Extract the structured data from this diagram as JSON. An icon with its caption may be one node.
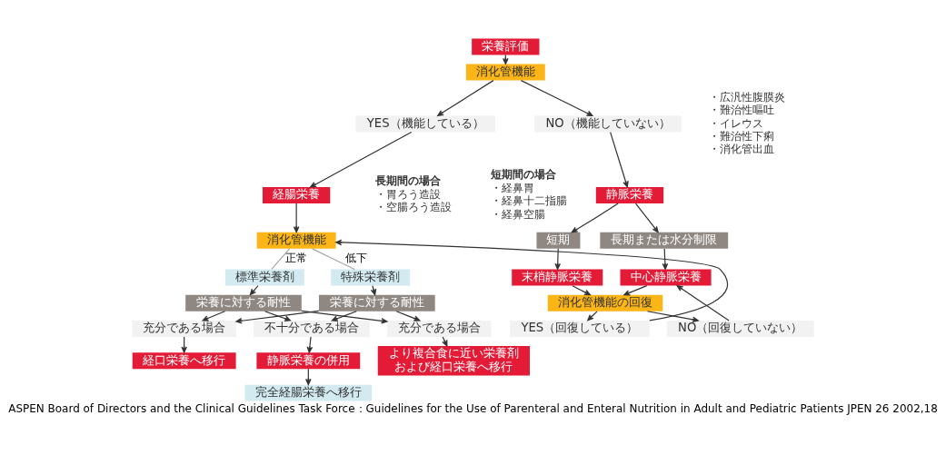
{
  "diagram": {
    "caption": "ASPEN Board of Directors and the Clinical Guidelines Task Force：Guidelines for the Use of Parenteral and Enteral Nutrition in Adult and Pediatric Patients JPEN 26 2002,18",
    "nodes": [
      {
        "text": [
          "栄養評価"
        ]
      },
      {
        "text": [
          "消化管機能"
        ]
      },
      {
        "text": [
          "YES（機能している）"
        ]
      },
      {
        "text": [
          "NO（機能していない）"
        ]
      },
      {
        "text": [
          "経腸栄養"
        ]
      },
      {
        "text": [
          "消化管機能"
        ]
      },
      {
        "text": [
          "標準栄養剤"
        ]
      },
      {
        "text": [
          "特殊栄養剤"
        ]
      },
      {
        "text": [
          "栄養に対する耐性"
        ]
      },
      {
        "text": [
          "栄養に対する耐性"
        ]
      },
      {
        "text": [
          "充分である場合"
        ]
      },
      {
        "text": [
          "不十分である場合"
        ]
      },
      {
        "text": [
          "充分である場合"
        ]
      },
      {
        "text": [
          "経口栄養へ移行"
        ]
      },
      {
        "text": [
          "静脈栄養の併用"
        ]
      },
      {
        "text": [
          "より複合食に近い栄養剤および経口栄養へ移行"
        ]
      },
      {
        "text": [
          "完全経腸栄養へ移行"
        ]
      },
      {
        "text": [
          "静脈栄養"
        ]
      },
      {
        "text": [
          "短期"
        ]
      },
      {
        "text": [
          "長期または水分制限"
        ]
      },
      {
        "text": [
          "末梢静脈栄養"
        ]
      },
      {
        "text": [
          "中心静脈栄養"
        ]
      },
      {
        "text": [
          "消化管機能の回復"
        ]
      },
      {
        "text": [
          "YES（回復している）"
        ]
      },
      {
        "text": [
          "NO（回復していない）"
        ]
      }
    ],
    "edges": [
      {
        "from": 0,
        "to": 1,
        "arrow": "to"
      },
      {
        "from": 1,
        "to": 2,
        "arrow": "to"
      },
      {
        "from": 1,
        "to": 3,
        "arrow": "to"
      },
      {
        "from": 2,
        "to": 4,
        "arrow": "to"
      },
      {
        "from": 4,
        "to": 5,
        "arrow": "to"
      },
      {
        "from": 5,
        "to": 6,
        "arrow": "none",
        "label": "正常",
        "color": "#a6a6a6"
      },
      {
        "from": 5,
        "to": 7,
        "arrow": "none",
        "label": "低下",
        "color": "#a6a6a6"
      },
      {
        "from": 6,
        "to": 8,
        "arrow": "to"
      },
      {
        "from": 7,
        "to": 9,
        "arrow": "to"
      },
      {
        "from": 8,
        "to": 10,
        "arrow": "to"
      },
      {
        "from": 8,
        "to": 11,
        "arrow": "to"
      },
      {
        "from": 8,
        "to": 12,
        "arrow": "to"
      },
      {
        "from": 9,
        "to": 10,
        "arrow": "to"
      },
      {
        "from": 9,
        "to": 11,
        "arrow": "to"
      },
      {
        "from": 9,
        "to": 12,
        "arrow": "to"
      },
      {
        "from": 10,
        "to": 13,
        "arrow": "to"
      },
      {
        "from": 11,
        "to": 14,
        "arrow": "to"
      },
      {
        "from": 12,
        "to": 15,
        "arrow": "to"
      },
      {
        "from": 14,
        "to": 16,
        "arrow": "to"
      },
      {
        "from": 3,
        "to": 17,
        "arrow": "to"
      },
      {
        "from": 17,
        "to": 18,
        "arrow": "to"
      },
      {
        "from": 17,
        "to": 19,
        "arrow": "to"
      },
      {
        "from": 18,
        "to": 20,
        "arrow": "to"
      },
      {
        "from": 19,
        "to": 21,
        "arrow": "to"
      },
      {
        "from": 20,
        "to": 22,
        "arrow": "to"
      },
      {
        "from": 21,
        "to": 22,
        "arrow": "to"
      },
      {
        "from": 22,
        "to": 23,
        "arrow": "to"
      },
      {
        "from": 22,
        "to": 24,
        "arrow": "to"
      },
      {
        "from": 23,
        "to": 5,
        "arrow": "to"
      },
      {
        "from": 24,
        "to": 21,
        "arrow": "to"
      }
    ],
    "labels": [
      "長期間の場合",
      "・胃ろう造設",
      "・空腸ろう造設",
      "短期間の場合",
      "・経鼻胃",
      "・経鼻十二指腸",
      "・経鼻空腸",
      "・広汎性腹膜炎",
      "・難治性嘔吐",
      "・イレウス",
      "・難治性下痢",
      "・消化管出血"
    ]
  }
}
